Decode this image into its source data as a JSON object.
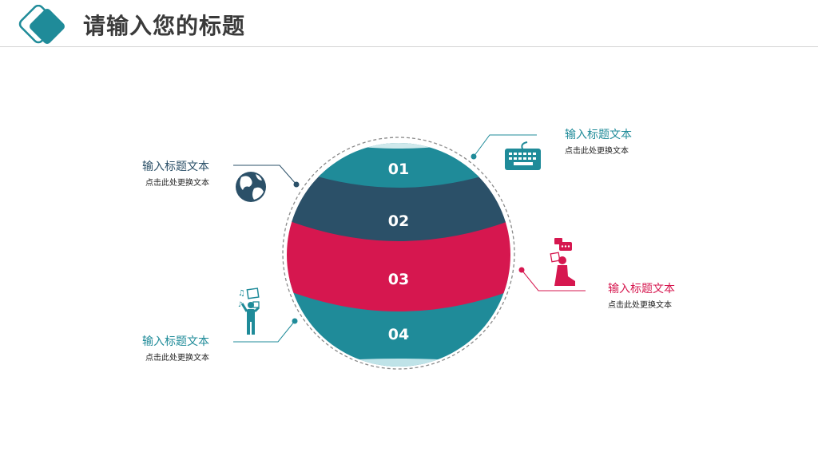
{
  "header": {
    "title": "请输入您的标题",
    "accent_color": "#1f8b99",
    "dark_color": "#2b4f66"
  },
  "colors": {
    "teal": "#1f8b99",
    "navy": "#2b5068",
    "crimson": "#d6174f",
    "gray": "#888888"
  },
  "sphere": {
    "segments": [
      {
        "label": "01",
        "color": "#1f8b99"
      },
      {
        "label": "02",
        "color": "#2b5068"
      },
      {
        "label": "03",
        "color": "#d6174f"
      },
      {
        "label": "04",
        "color": "#1f8b99"
      }
    ]
  },
  "items": [
    {
      "title": "输入标题文本",
      "subtitle": "点击此处更换文本",
      "icon": "globe-icon",
      "color": "#2b5068"
    },
    {
      "title": "输入标题文本",
      "subtitle": "点击此处更换文本",
      "icon": "keyboard-icon",
      "color": "#1f8b99"
    },
    {
      "title": "输入标题文本",
      "subtitle": "点击此处更换文本",
      "icon": "person-media-icon",
      "color": "#1f8b99"
    },
    {
      "title": "输入标题文本",
      "subtitle": "点击此处更换文本",
      "icon": "person-chat-icon",
      "color": "#d6174f"
    }
  ]
}
